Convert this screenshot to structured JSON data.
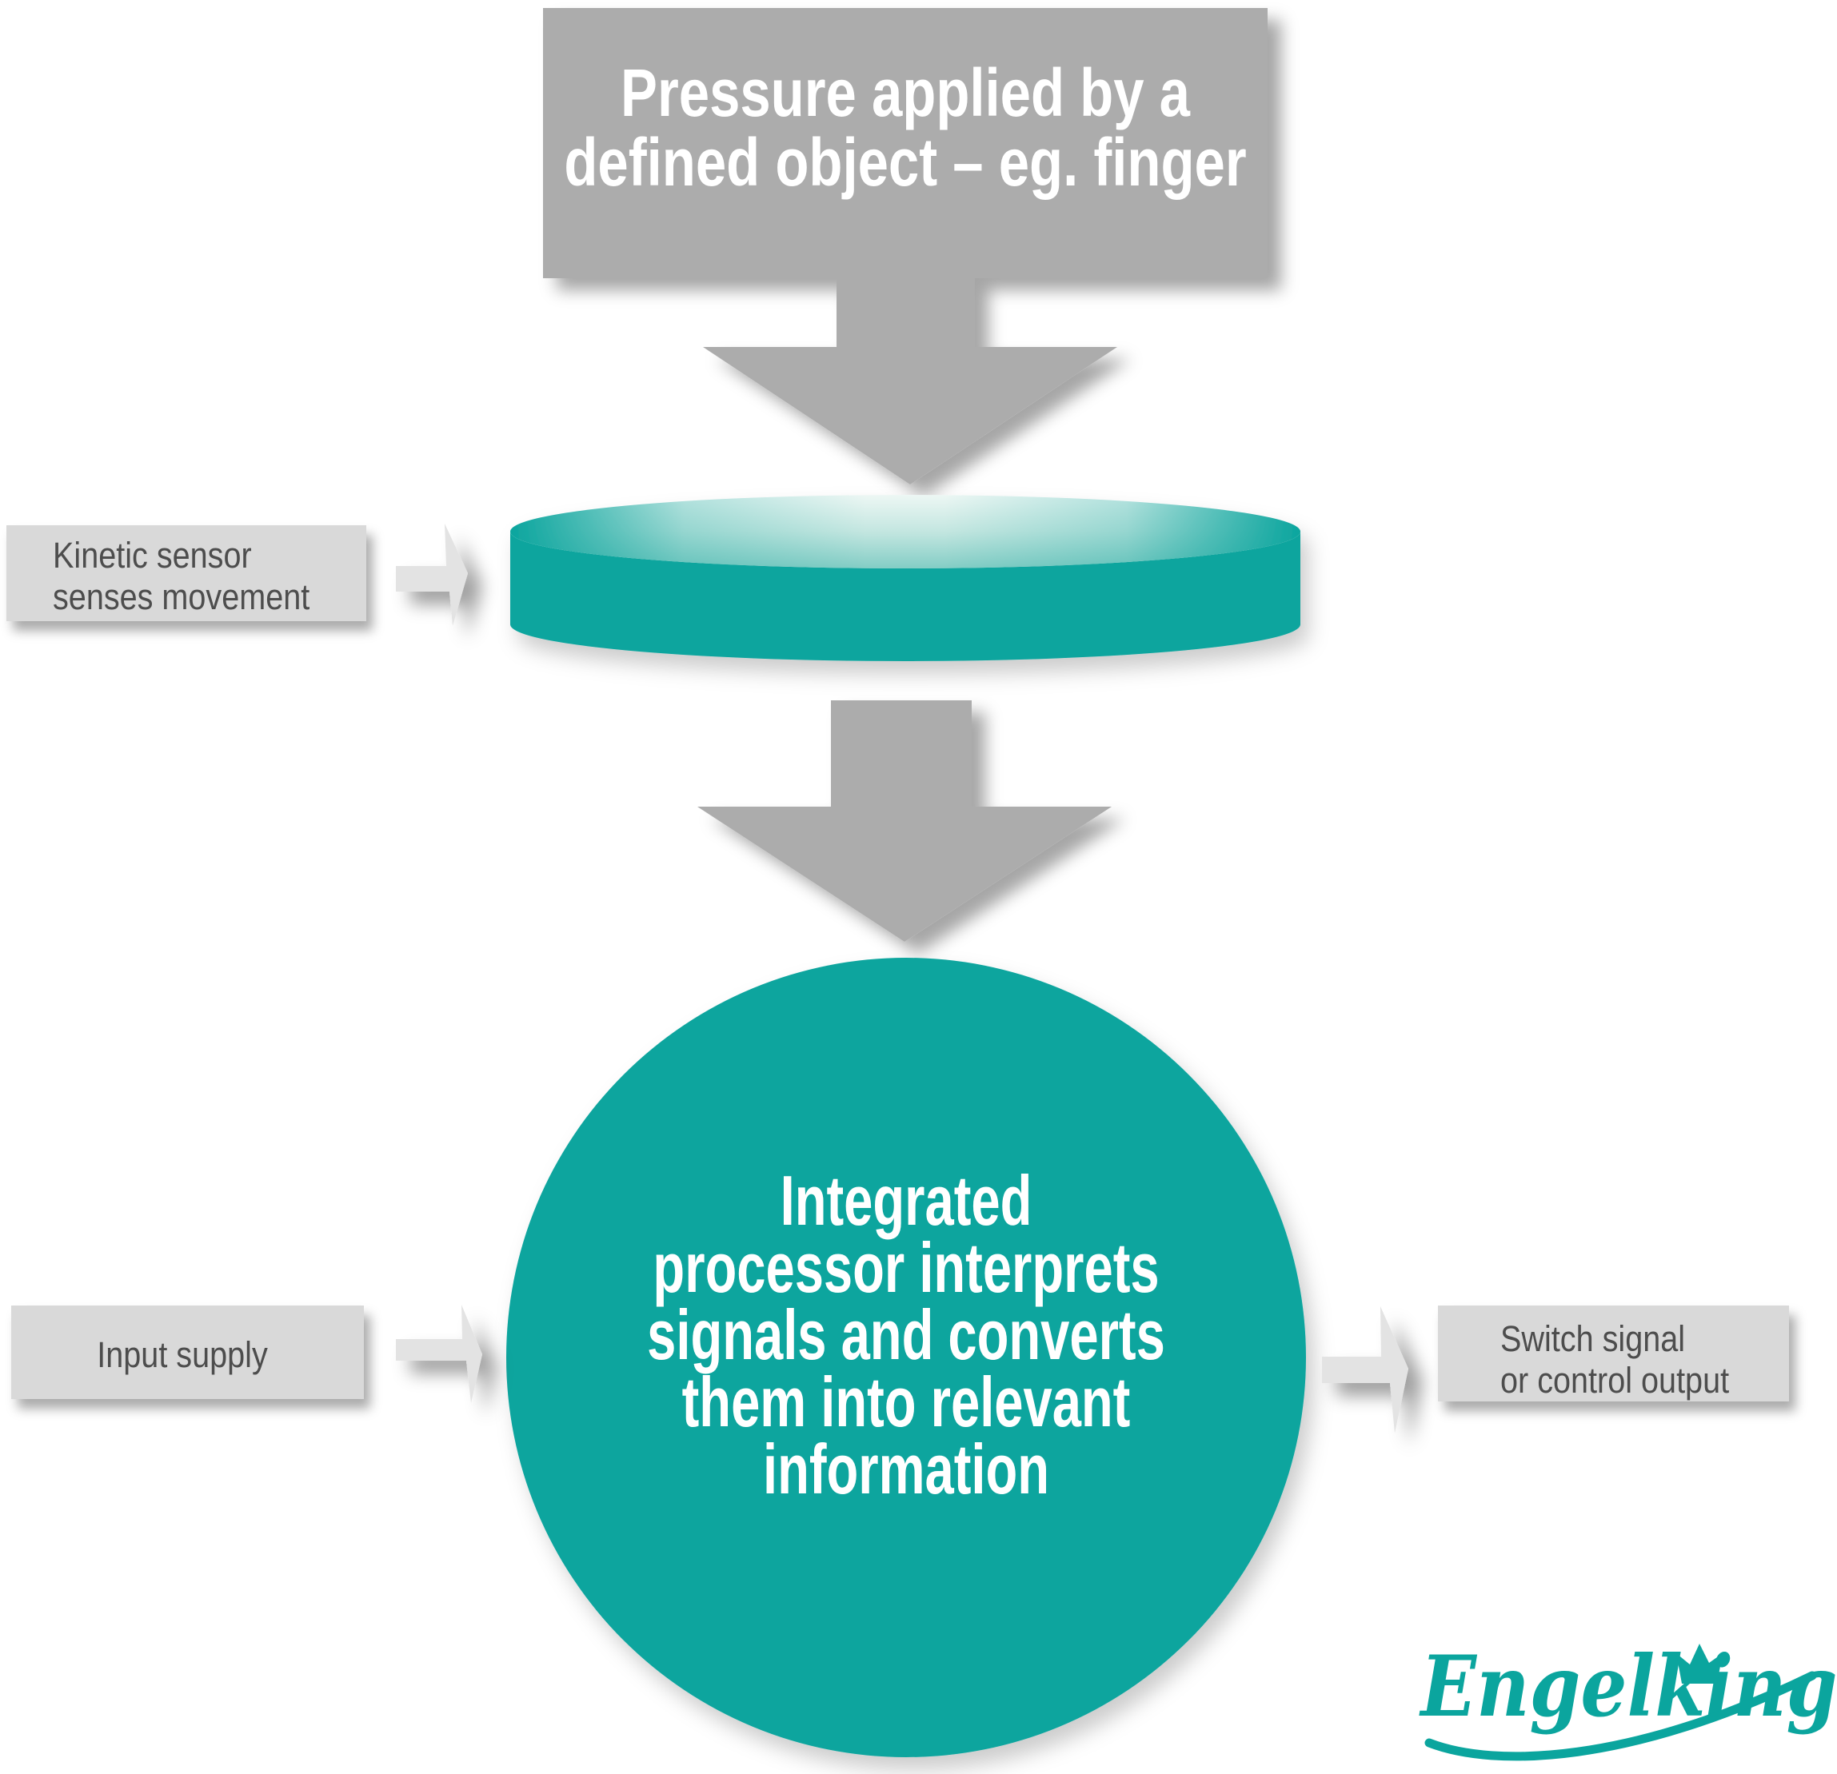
{
  "colors": {
    "teal": "#0BA59E",
    "teal_light": "#EDF7F4",
    "teal_mid": "#C3E6E0",
    "teal_deep": "#83CDC5",
    "gray_box": "#ACACAC",
    "gray_label": "#D9D9D9",
    "gray_arrow_small": "#E3E3E3",
    "label_text": "#4D4D4D",
    "text_white": "#FFFFFF"
  },
  "top_box": {
    "lines": [
      "Pressure applied by a",
      "defined object – eg. finger"
    ]
  },
  "kinetic_label": {
    "lines": [
      "Kinetic sensor",
      "senses movement"
    ]
  },
  "input_label": {
    "text": "Input supply"
  },
  "output_label": {
    "lines": [
      "Switch signal",
      "or control output"
    ]
  },
  "processor_circle": {
    "lines": [
      "Integrated",
      "processor interprets",
      "signals and converts",
      "them into relevant",
      "information"
    ]
  },
  "logo": {
    "text": "Engelking"
  }
}
